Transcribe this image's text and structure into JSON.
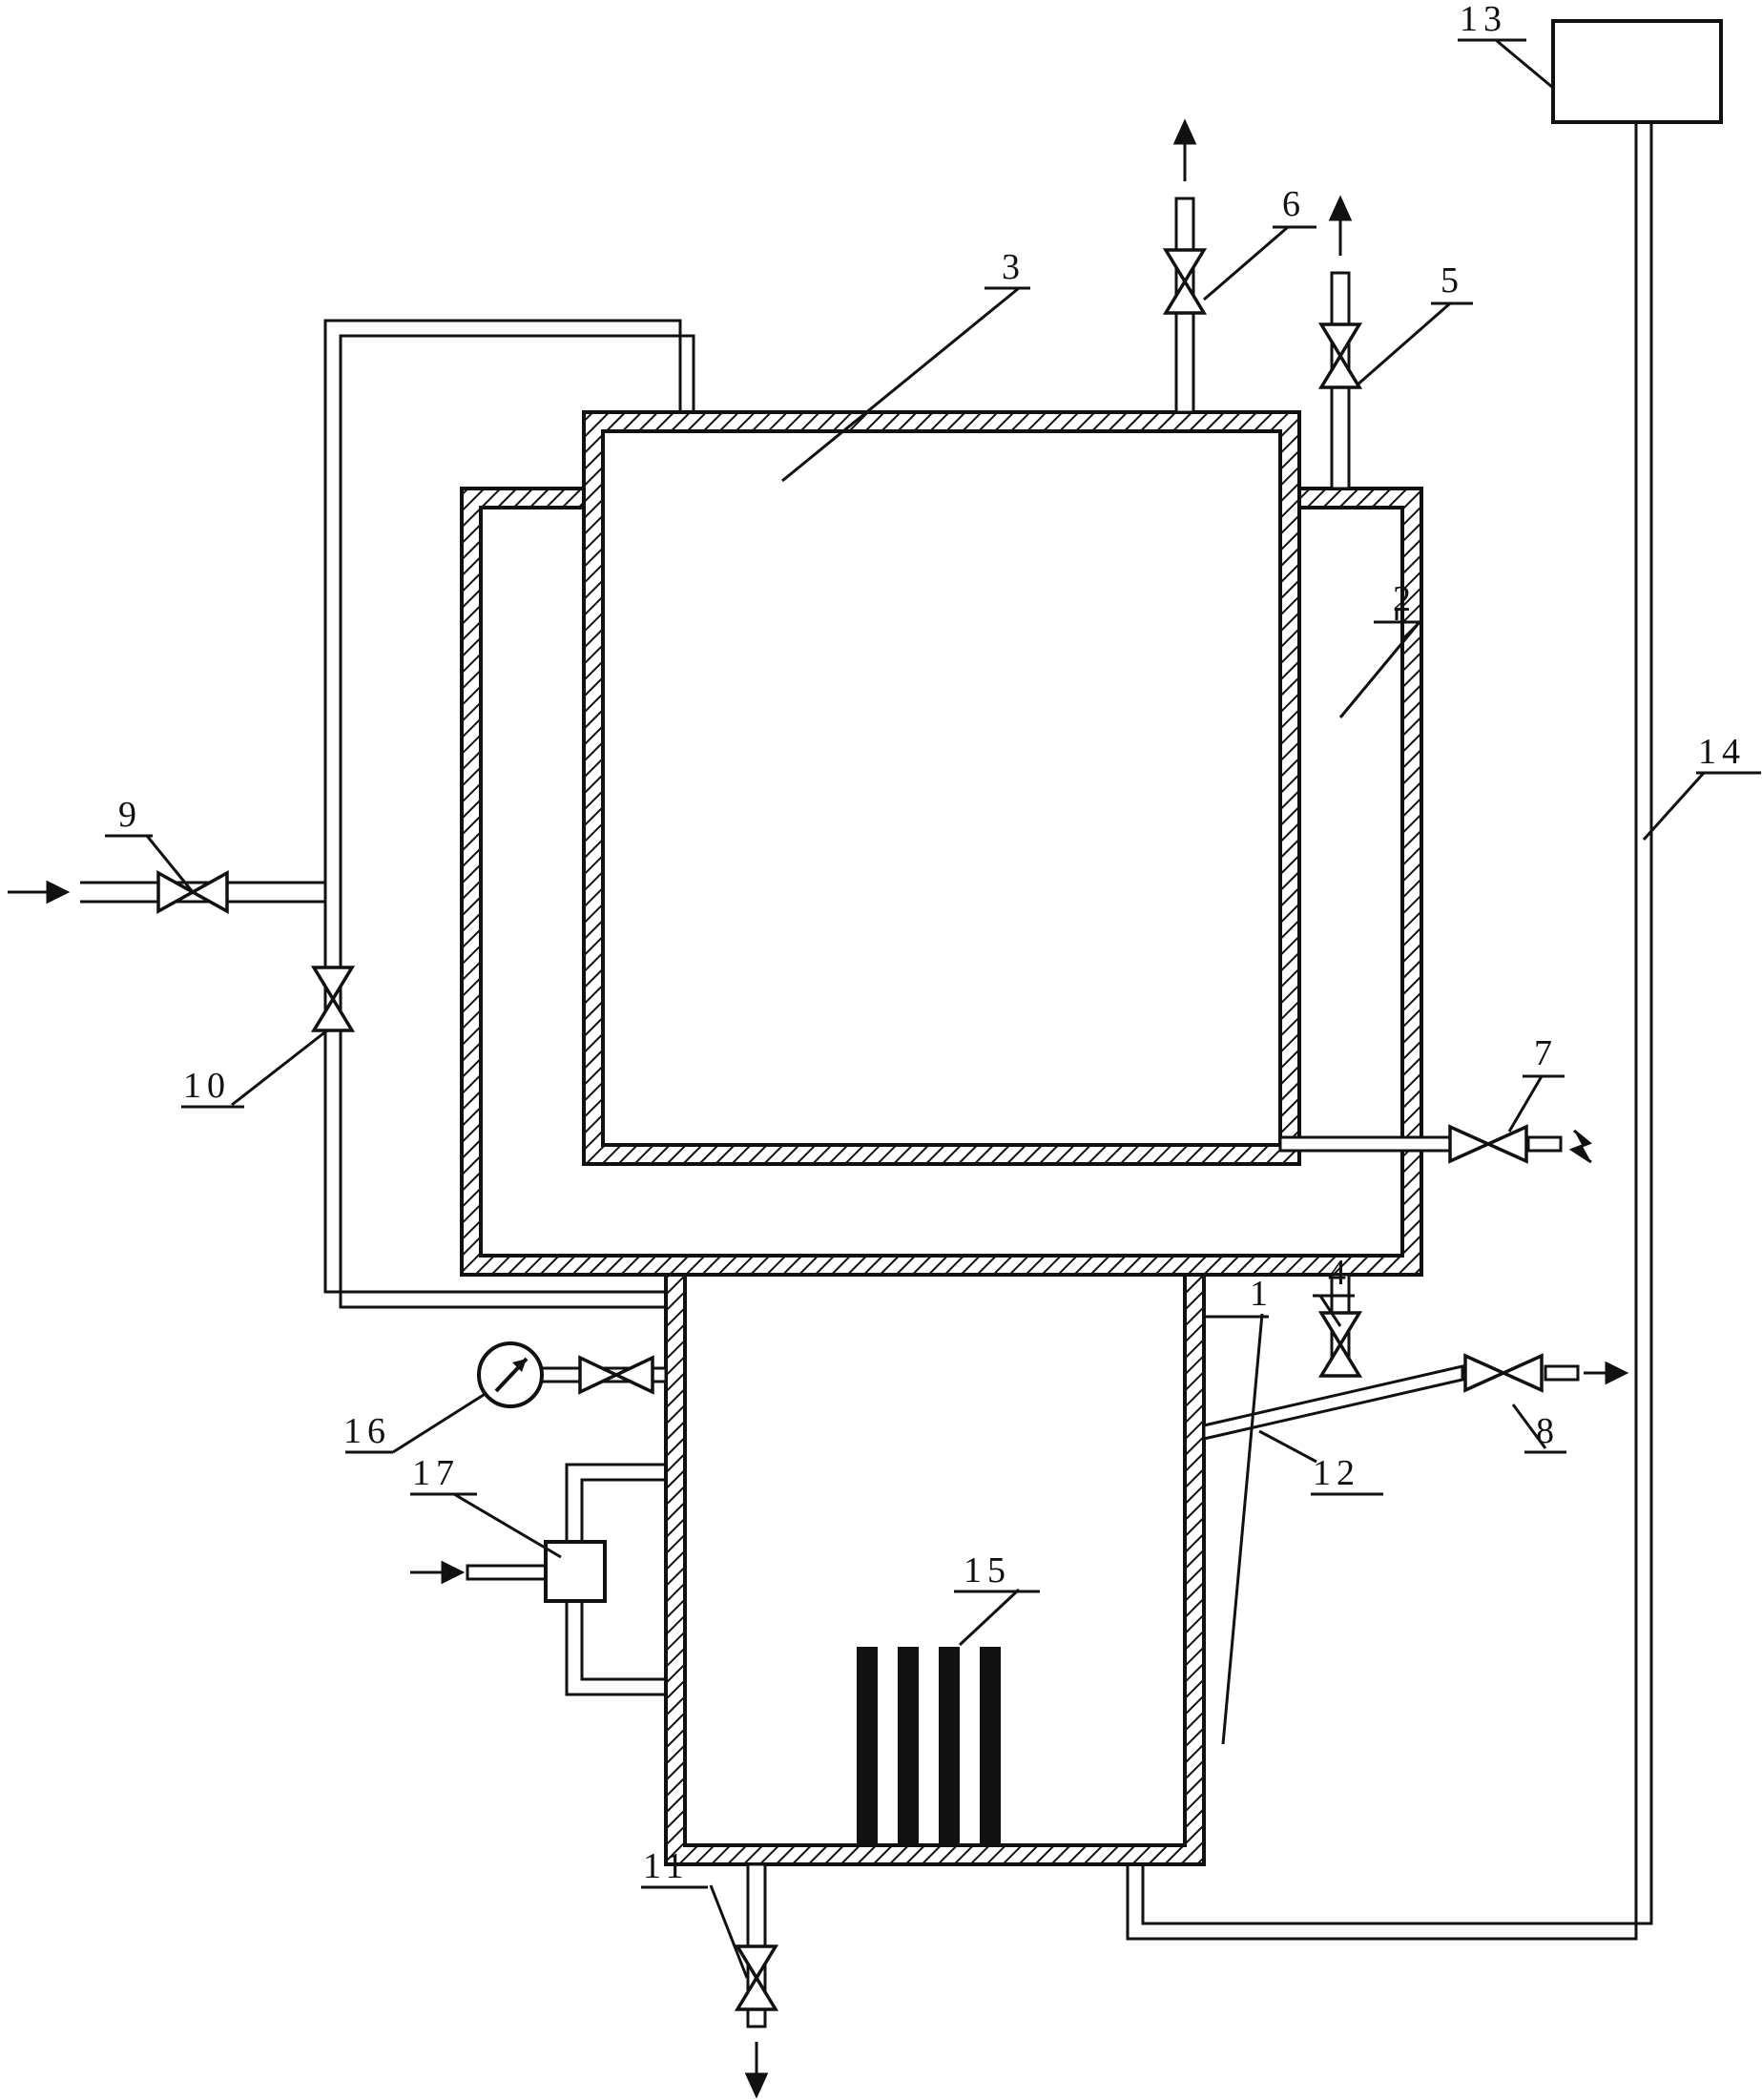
{
  "figure": {
    "labels": {
      "l1": "1",
      "l2": "2",
      "l3": "3",
      "l4": "4",
      "l5": "5",
      "l6": "6",
      "l7": "7",
      "l8": "8",
      "l9": "9",
      "l10": "10",
      "l11": "11",
      "l12": "12",
      "l13": "13",
      "l14": "14",
      "l15": "15",
      "l16": "16",
      "l17": "17"
    }
  }
}
